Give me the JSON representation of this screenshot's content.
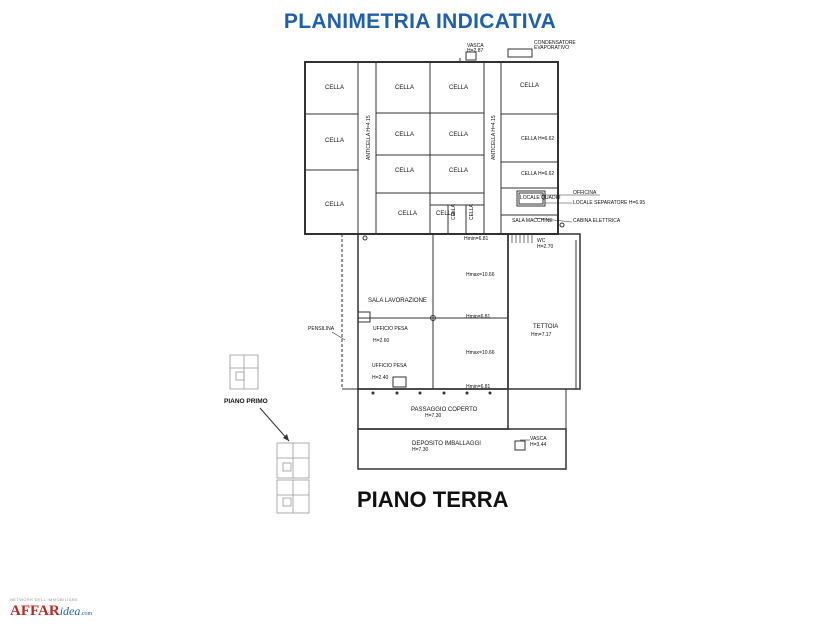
{
  "header": {
    "title": "PLANIMETRIA INDICATIVA"
  },
  "floor_label": "PIANO TERRA",
  "first_floor_label": "PIANO PRIMO",
  "rooms": {
    "cella": "CELLA",
    "cella_h662_a": "CELLA H=6.62",
    "cella_h662_b": "CELLA H=6.62",
    "anticella_a": "ANTICELLA H=4.15",
    "anticella_b": "ANTICELLA H=4.15",
    "officina": "OFFICINA",
    "locale_quadri": "LOCALE QUADRI",
    "locale_separatore": "LOCALE SEPARATORE H=6.95",
    "cabina_elettrica": "CABINA ELETTRICA",
    "sala_macchine": "SALA MACCHINE",
    "wc": "WC",
    "wc_h": "H=2.70",
    "sala_lavorazione": "SALA LAVORAZIONE",
    "pensilina": "PENSILINA",
    "ufficio_pesa_1": "UFFICIO PESA",
    "ufficio_pesa_1_h": "H=2.60",
    "ufficio_pesa_2": "UFFICIO PESA",
    "ufficio_pesa_2_h": "H=2.40",
    "tettoia": "TETTOIA",
    "tettoia_h": "Hm=7.17",
    "passaggio_coperto": "PASSAGGIO COPERTO",
    "passaggio_h": "H=7.30",
    "deposito_imballaggi": "DEPOSITO IMBALLAGGI",
    "deposito_h": "H=7.30",
    "vasca_top": "VASCA",
    "vasca_top_h": "H=2.87",
    "condensatore": "CONDENSATORE",
    "evaporativo": "EVAPORATIVO",
    "vasca_bottom": "VASCA",
    "vasca_bottom_h": "H=3.44"
  },
  "heights": {
    "hmin_681_a": "Hmin=6.81",
    "hmax_1066_a": "Hmax=10.66",
    "hmin_681_b": "Hmin=6.81",
    "hmax_1066_b": "Hmax=10.66",
    "hmin_681_c": "Hmin=6.81"
  },
  "logo": {
    "tagline": "NETWORK DELL'IMMOBILIARE",
    "main": "AFFAR",
    "idea": "idea",
    "com": ".com"
  }
}
